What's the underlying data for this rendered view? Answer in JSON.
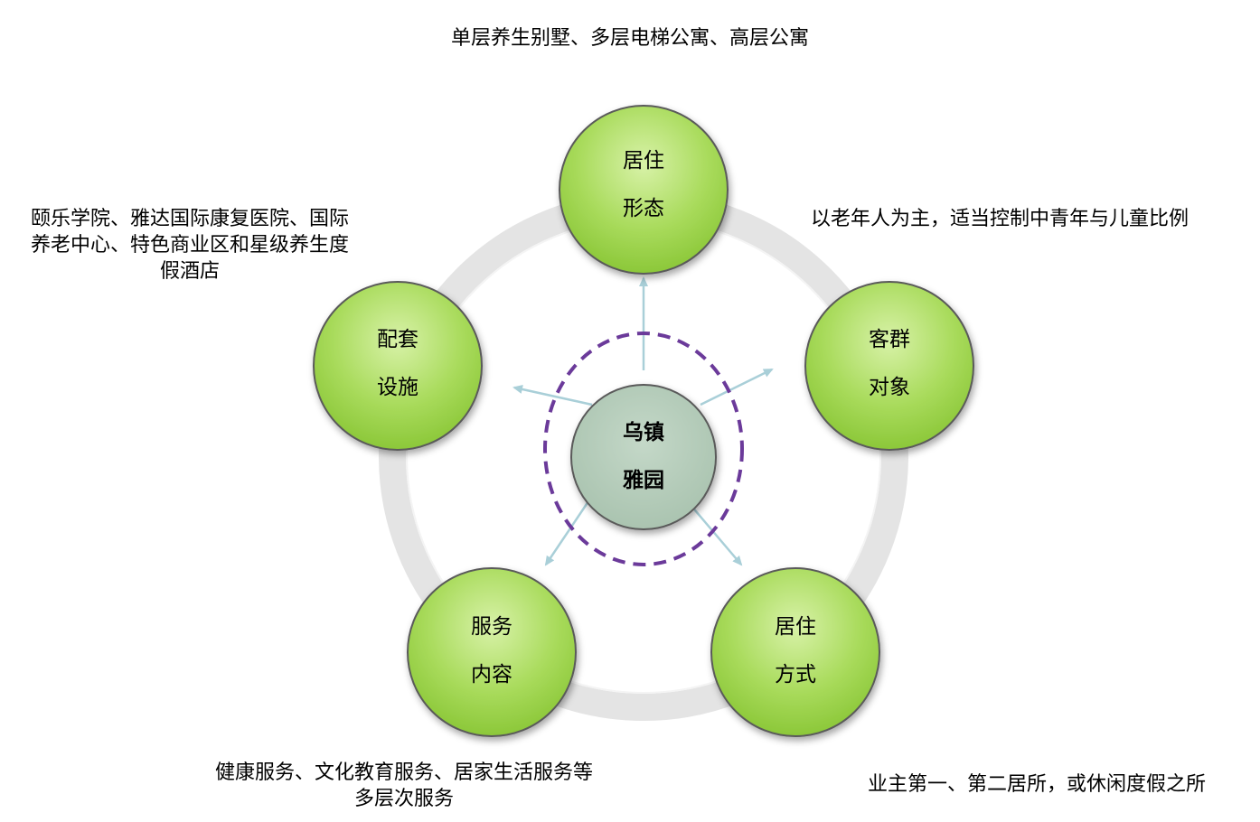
{
  "hub": {
    "line1": "乌镇",
    "line2": "雅园"
  },
  "nodes": [
    {
      "id": "top",
      "line1": "居住",
      "line2": "形态"
    },
    {
      "id": "right",
      "line1": "客群",
      "line2": "对象"
    },
    {
      "id": "bottom-right",
      "line1": "居住",
      "line2": "方式"
    },
    {
      "id": "bottom-left",
      "line1": "服务",
      "line2": "内容"
    },
    {
      "id": "left",
      "line1": "配套",
      "line2": "设施"
    }
  ],
  "descriptions": {
    "top": "单层养生别墅、多层电梯公寓、高层公寓",
    "right": "以老年人为主，适当控制中青年与儿童比例",
    "bottom_right": "业主第一、第二居所，或休闲度假之所",
    "bottom_left": [
      "健康服务、文化教育服务、居家生活服务等",
      "多层次服务"
    ],
    "left": [
      "颐乐学院、雅达国际康复医院、国际",
      "养老中心、特色商业区和星级养生度",
      "假酒店"
    ]
  },
  "colors": {
    "node_fill_light": "#c9eb8c",
    "node_fill_dark": "#8fcc3a",
    "node_stroke": "#5a5a5a",
    "hub_fill": "#b3cab8",
    "dashed_ring": "#6b3a9a",
    "arrow": "#a9cfd8",
    "outer_ring": "#e6e6e6"
  }
}
